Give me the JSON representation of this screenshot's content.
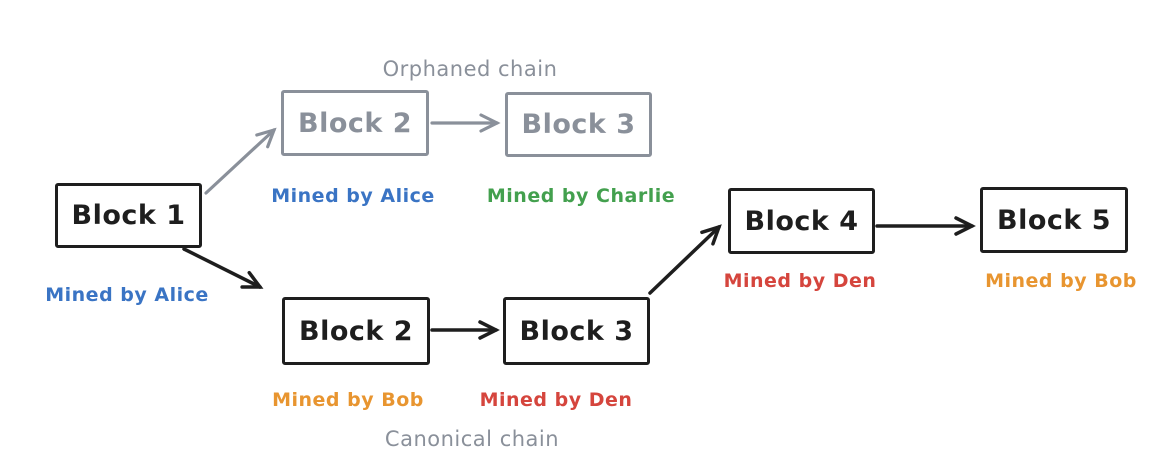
{
  "colors": {
    "ink": "#1e1e1e",
    "muted": "#8a909a",
    "blue": "#3a74c4",
    "green": "#43a04e",
    "orange": "#e89530",
    "red": "#d5453d"
  },
  "chains": {
    "orphaned_label": "Orphaned chain",
    "canonical_label": "Canonical chain"
  },
  "blocks": {
    "block1": {
      "label": "Block 1",
      "miner": "Mined by Alice",
      "miner_color": "blue"
    },
    "orphan_block2": {
      "label": "Block 2",
      "miner": "Mined by Alice",
      "miner_color": "blue"
    },
    "orphan_block3": {
      "label": "Block 3",
      "miner": "Mined by Charlie",
      "miner_color": "green"
    },
    "canon_block2": {
      "label": "Block 2",
      "miner": "Mined by Bob",
      "miner_color": "orange"
    },
    "canon_block3": {
      "label": "Block 3",
      "miner": "Mined by Den",
      "miner_color": "red"
    },
    "block4": {
      "label": "Block 4",
      "miner": "Mined by Den",
      "miner_color": "red"
    },
    "block5": {
      "label": "Block 5",
      "miner": "Mined by Bob",
      "miner_color": "orange"
    }
  }
}
